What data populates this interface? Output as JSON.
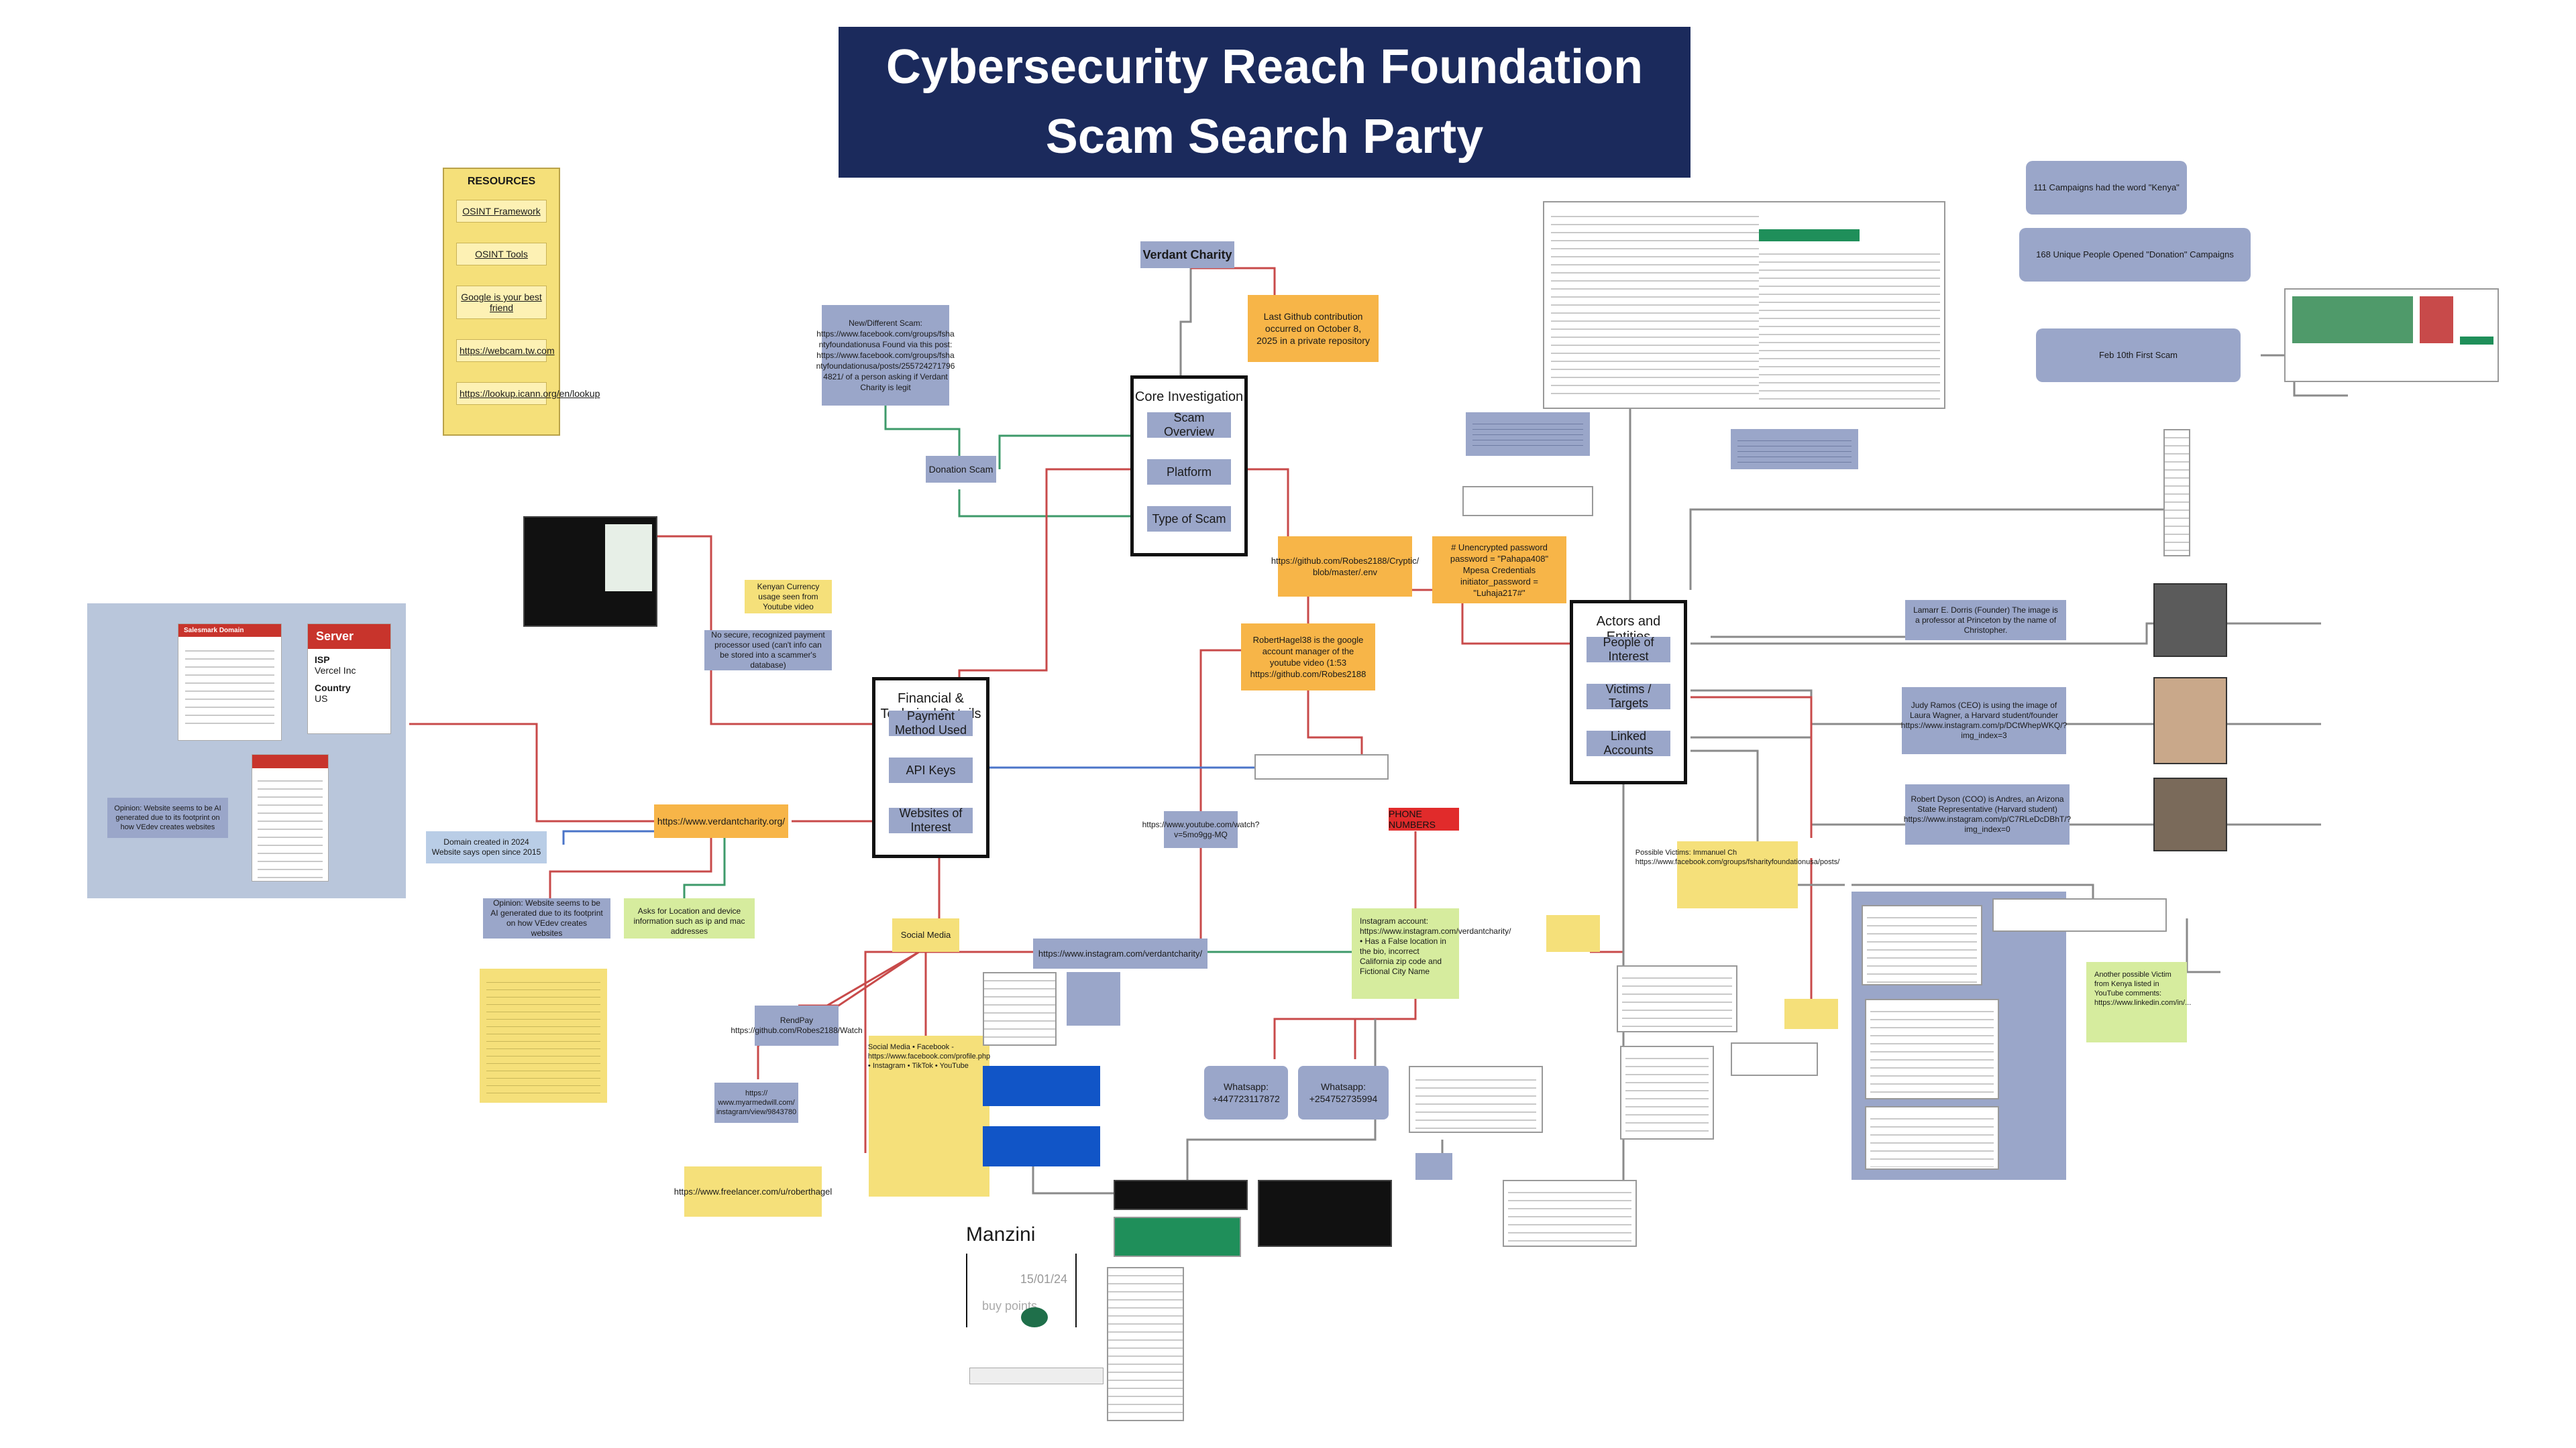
{
  "title": {
    "line1": "Cybersecurity Reach Foundation",
    "line2": "Scam Search Party"
  },
  "resources": {
    "heading": "RESOURCES",
    "items": [
      "OSINT Framework",
      "OSINT Tools",
      "Google is your best friend",
      "https://webcam.tw.com",
      "https://lookup.icann.org/en/lookup"
    ]
  },
  "hubs": {
    "verdant": "Verdant Charity",
    "core": "Core Investigation",
    "core_items": [
      "Scam Overview",
      "Platform",
      "Type of Scam"
    ],
    "financial": "Financial & Technical Details",
    "financial_items": [
      "Payment Method Used",
      "API Keys",
      "Websites of Interest"
    ],
    "actors": "Actors and Entities",
    "actors_items": [
      "People of Interest",
      "Victims / Targets",
      "Linked Accounts"
    ]
  },
  "notes": {
    "new_scam": "New/Different Scam: https://www.facebook.com/groups/fsha ntyfoundationusa Found via this post: https://www.facebook.com/groups/fsha ntyfoundationusa/posts/255724271796 4821/ of a person asking if Verdant Charity is legit",
    "donation_scam": "Donation Scam",
    "github_contrib": "Last Github contribution occurred on October 8, 2025 in a private repository",
    "github_env": "https://github.com/Robes2188/Cryptic/ blob/master/.env",
    "unencrypted": "# Unencrypted password password = \"Pahapa408\" Mpesa Credentials initiator_password = \"Luhaja217#\"",
    "robert_hagel": "RobertHagel38 is the google account manager of the youtube video (1:53 https://github.com/Robes2188",
    "kenyan_currency": "Kenyan Currency usage seen from Youtube video",
    "no_secure": "No secure, recognized payment processor used (can't info can be stored into a scammer's database)",
    "verdant_site": "https://www.verdantcharity.org/",
    "domain_created": "Domain created in 2024 Website says open since 2015",
    "opinion_left": "Opinion: Website seems to be AI generated due to its footprint on how VEdev creates websites",
    "opinion_mid": "Opinion: Website seems to be AI generated due to its footprint on how VEdev creates websites",
    "asks_location": "Asks for Location and device information such as ip and mac addresses",
    "youtube_link": "https://www.youtube.com/watch?v=5mo9gg‑MQ",
    "phone_numbers": "PHONE NUMBERS",
    "social_media": "Social Media",
    "instagram_link": "https://www.instagram.com/verdantcharity/",
    "instagram_account": "Instagram account: https://www.instagram.com/verdantcharity/",
    "instagram_bullet": "Has a False location in the bio, incorrect California zip code and Fictional City Name",
    "whatsapp1": "Whatsapp: +447723117872",
    "whatsapp2": "Whatsapp: +254752735994",
    "rend_pay": "RendPay https://github.com/Robes2188/Watch",
    "https_link": "https:// www.myarmedwill.com/ instagram/view/9843780",
    "freelancer": "https://www.freelancer.com/u/roberthagel",
    "social_media_list": "Social Media • Facebook - https://www.facebook.com/profile.php • Instagram • TikTok • YouTube",
    "campaigns_kenya": "111 Campaigns had the word \"Kenya\"",
    "unique_donation": "168 Unique People Opened \"Donation\" Campaigns",
    "feb_first": "Feb 10th First Scam",
    "lamarr": "Lamarr E. Dorris (Founder) The image is a professor at Princeton by the name of Christopher.",
    "judy": "Judy Ramos (CEO) is using the image of Laura Wagner, a Harvard student/founder https://www.instagram.com/p/DCtWhepWKQ/?img_index=3",
    "robert_dyson": "Robert Dyson (COO) is Andres, an Arizona State Representative (Harvard student) https://www.instagram.com/p/C7RLeDcDBhT/?img_index=0",
    "possible_victims": "Possible Victims: Immanuel Ch https://www.facebook.com/groups/fsharityfoundationusa/posts/",
    "another_victim": "Another possible Victim from Kenya listed in YouTube comments: https://www.linkedin.com/in/..."
  },
  "server_panel": {
    "registrar_head": "Salesmark Domain",
    "server_head": "Server",
    "isp_label": "ISP",
    "isp_value": "Vercel Inc",
    "country_label": "Country",
    "country_value": "US"
  },
  "manzini": {
    "name": "Manzini",
    "date": "15/01/24",
    "sub": "buy points"
  },
  "colors": {
    "title_bg": "#1b2a5c",
    "wire_red": "#c84a4a",
    "wire_green": "#3d9a6a",
    "wire_gray": "#8a8a8a",
    "wire_blue": "#4a74c8"
  }
}
